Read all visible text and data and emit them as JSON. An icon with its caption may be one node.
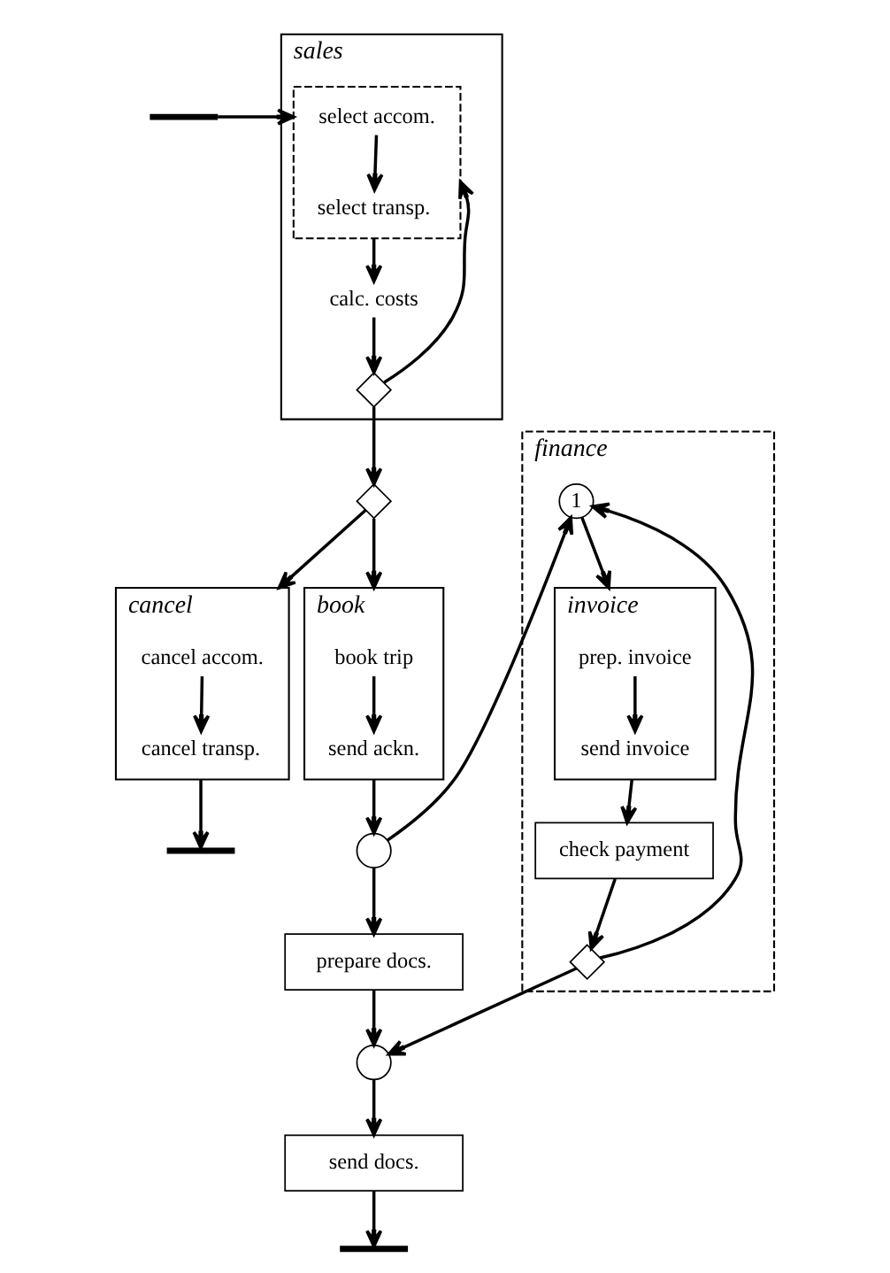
{
  "diagram": {
    "nodes": [
      {
        "text": [],
        "shape": "bar"
      },
      {
        "text": [
          "sales"
        ]
      },
      {
        "text": [],
        "shape": "box",
        "in": 1
      },
      {
        "text": [
          "select accom."
        ],
        "in": 2
      },
      {
        "text": [
          "select transp."
        ],
        "in": 2
      },
      {
        "text": [
          "calc. costs"
        ],
        "in": 1
      },
      {
        "text": [],
        "shape": "diamond",
        "in": 1
      },
      {
        "text": [
          "cancel"
        ]
      },
      {
        "text": [
          "cancel accom."
        ],
        "in": 7
      },
      {
        "text": [
          "cancel transp."
        ],
        "in": 7
      },
      {
        "text": [],
        "shape": "bar"
      },
      {
        "text": [],
        "shape": "diamond"
      },
      {
        "text": [
          "book"
        ]
      },
      {
        "text": [
          "book trip"
        ],
        "in": 12
      },
      {
        "text": [
          "send ackn."
        ],
        "in": 12
      },
      {
        "text": [
          "finance"
        ]
      },
      {
        "text": [
          "1"
        ],
        "in": 15
      },
      {
        "text": [
          "invoice"
        ],
        "in": 15
      },
      {
        "text": [
          "prep. invoice"
        ],
        "in": 17
      },
      {
        "text": [
          "send invoice"
        ],
        "in": 17
      },
      {
        "text": [
          "check payment"
        ],
        "in": 15
      },
      {
        "text": [],
        "shape": "diamond",
        "in": 15
      },
      {
        "text": [],
        "shape": "circle"
      },
      {
        "text": [
          "prepare docs."
        ]
      },
      {
        "text": [],
        "shape": "circle"
      },
      {
        "text": [
          "send docs."
        ]
      },
      {
        "text": [],
        "shape": "bar"
      }
    ],
    "edges": [
      {
        "from": 0,
        "to": 2,
        "arrow": "to"
      },
      {
        "from": 3,
        "to": 4,
        "arrow": "to"
      },
      {
        "from": 2,
        "to": 5,
        "arrow": "to"
      },
      {
        "from": 5,
        "to": 6,
        "arrow": "to"
      },
      {
        "from": 6,
        "to": 2,
        "arrow": "to"
      },
      {
        "from": 6,
        "to": 11,
        "arrow": "to"
      },
      {
        "from": 11,
        "to": 7,
        "arrow": "to"
      },
      {
        "from": 11,
        "to": 12,
        "arrow": "to"
      },
      {
        "from": 8,
        "to": 9,
        "arrow": "to"
      },
      {
        "from": 7,
        "to": 10,
        "arrow": "to"
      },
      {
        "from": 13,
        "to": 14,
        "arrow": "to"
      },
      {
        "from": 12,
        "to": 22,
        "arrow": "to"
      },
      {
        "from": 22,
        "to": 16,
        "arrow": "to"
      },
      {
        "from": 22,
        "to": 23,
        "arrow": "to"
      },
      {
        "from": 16,
        "to": 17,
        "arrow": "to"
      },
      {
        "from": 18,
        "to": 19,
        "arrow": "to"
      },
      {
        "from": 17,
        "to": 20,
        "arrow": "to"
      },
      {
        "from": 20,
        "to": 21,
        "arrow": "to"
      },
      {
        "from": 21,
        "to": 16,
        "arrow": "to"
      },
      {
        "from": 21,
        "to": 24,
        "arrow": "to"
      },
      {
        "from": 23,
        "to": 24,
        "arrow": "to"
      },
      {
        "from": 24,
        "to": 25,
        "arrow": "to"
      },
      {
        "from": 25,
        "to": 26,
        "arrow": "to"
      }
    ]
  }
}
